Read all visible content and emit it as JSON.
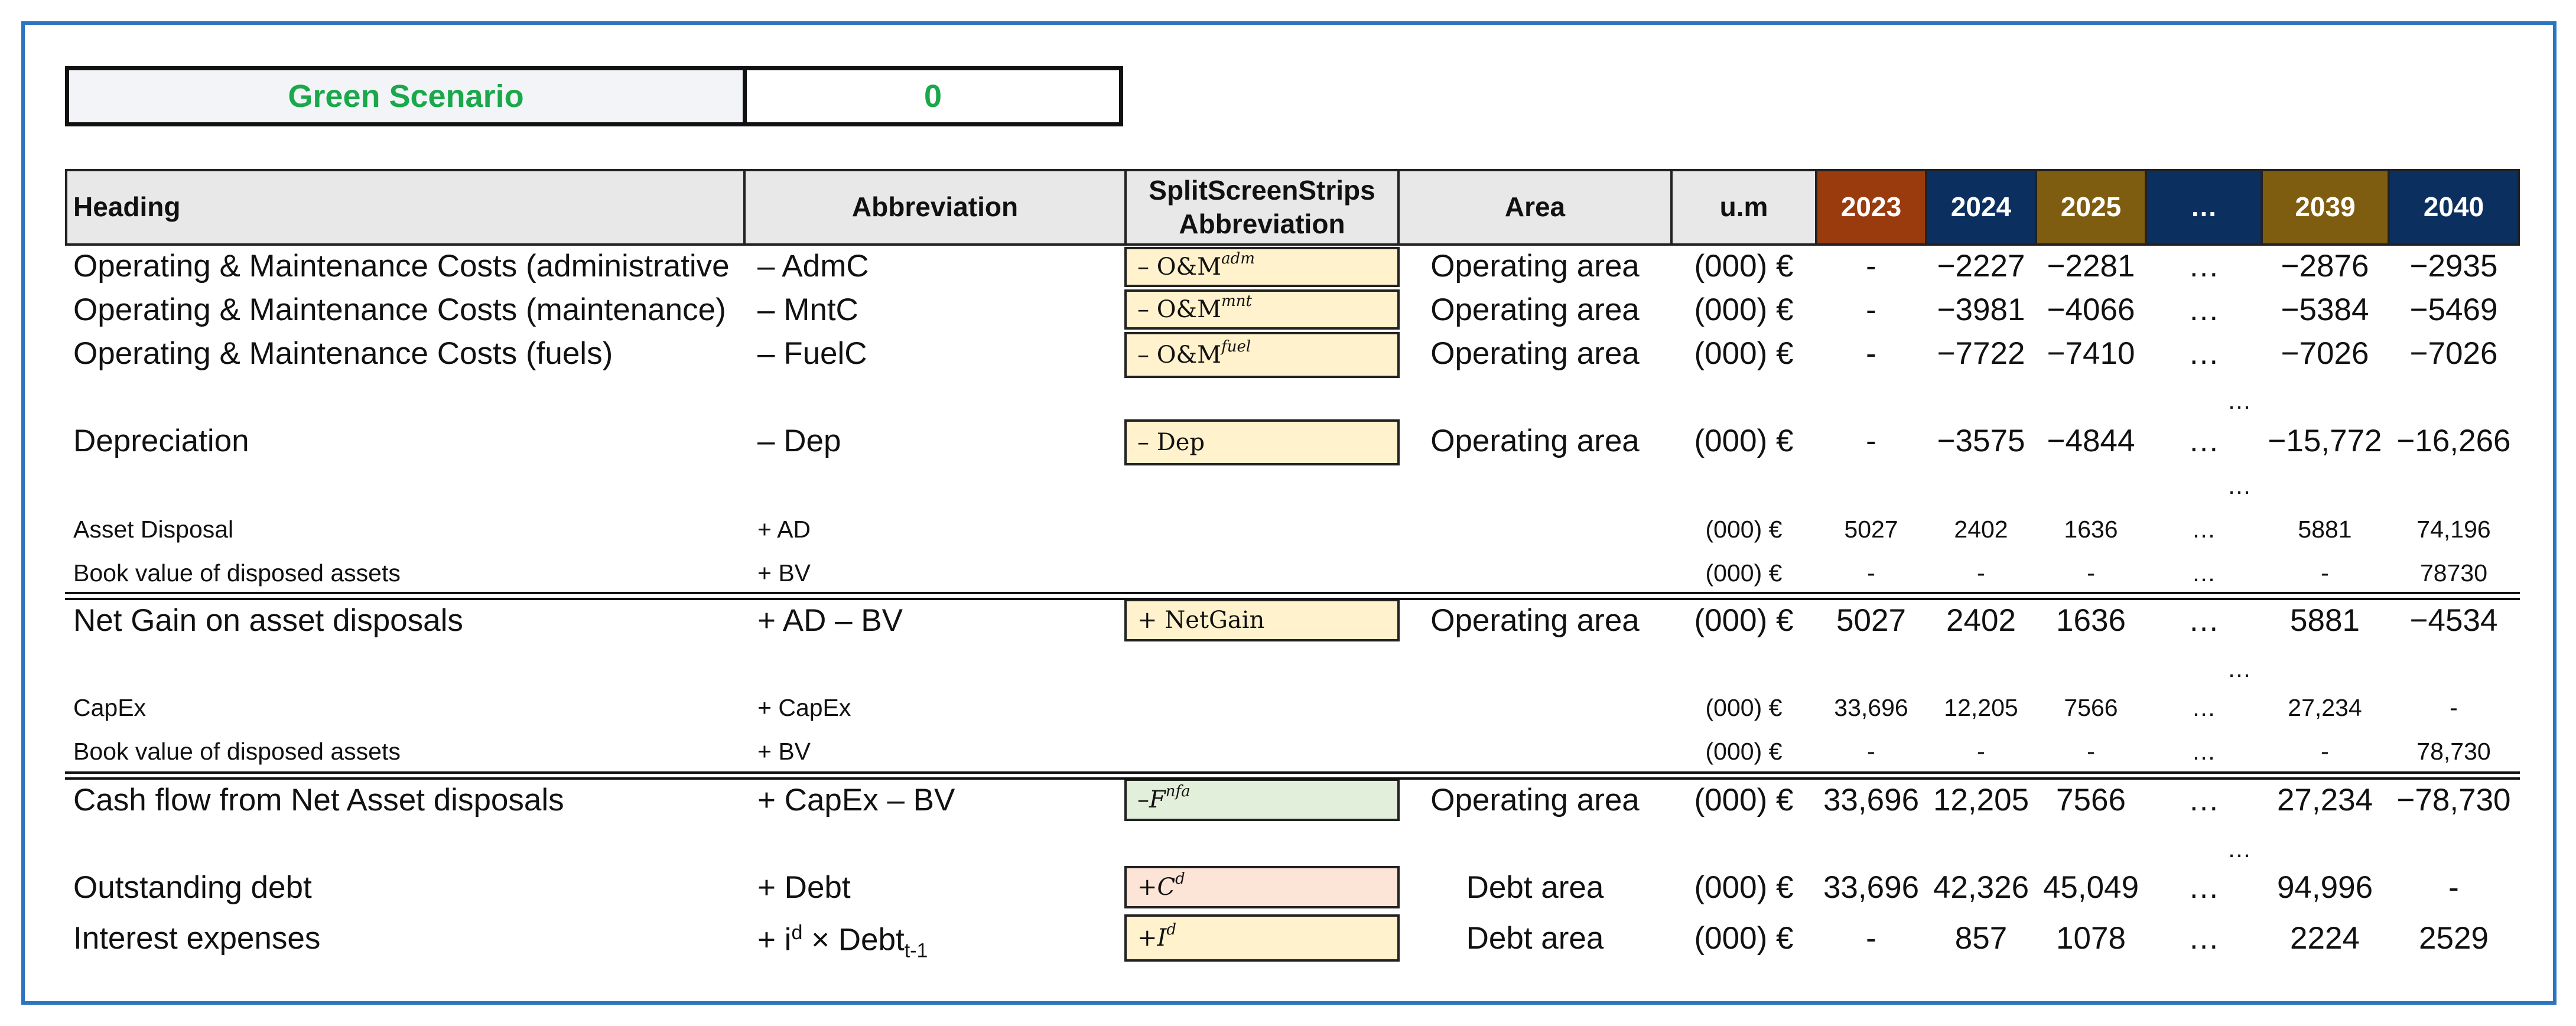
{
  "scenario": {
    "label": "Green Scenario",
    "value": "0"
  },
  "headers": {
    "heading": "Heading",
    "abbreviation": "Abbreviation",
    "split_line1": "SplitScreenStrips",
    "split_line2": "Abbreviation",
    "area": "Area",
    "um": "u.m",
    "years": [
      "2023",
      "2024",
      "2025",
      "…",
      "2039",
      "2040"
    ]
  },
  "colors": {
    "frame": "#2a74c0",
    "scenario_text": "#1aa84a",
    "year_2023": "#9a3b0d",
    "year_2024": "#0b2f5e",
    "year_2025": "#7f5d10",
    "year_dots": "#0b2f5e",
    "year_2039": "#7f5d10",
    "year_2040": "#0b2f5e",
    "box_yellow": "#fff2cc",
    "box_green": "#e2efda",
    "box_pink": "#fce4d6"
  },
  "rows": {
    "adm": {
      "heading": "Operating & Maintenance Costs (administrative",
      "abbr": "– AdmC",
      "box_pre": "– O&M",
      "box_sup": "adm",
      "area": "Operating area",
      "um": "(000) €",
      "values": [
        "-",
        "−2227",
        "−2281",
        "…",
        "−2876",
        "−2935"
      ]
    },
    "mnt": {
      "heading": "Operating & Maintenance Costs (maintenance)",
      "abbr": "– MntC",
      "box_pre": "– O&M",
      "box_sup": "mnt",
      "area": "Operating area",
      "um": "(000) €",
      "values": [
        "-",
        "−3981",
        "−4066",
        "…",
        "−5384",
        "−5469"
      ]
    },
    "fuel": {
      "heading": "Operating & Maintenance Costs (fuels)",
      "abbr": "– FuelC",
      "box_pre": "– O&M",
      "box_sup": "fuel",
      "area": "Operating area",
      "um": "(000) €",
      "values": [
        "-",
        "−7722",
        "−7410",
        "…",
        "−7026",
        "−7026"
      ]
    },
    "dep": {
      "heading": "Depreciation",
      "abbr": "– Dep",
      "box_text": "– Dep",
      "area": "Operating area",
      "um": "(000) €",
      "values": [
        "-",
        "−3575",
        "−4844",
        "…",
        "−15,772",
        "−16,266"
      ]
    },
    "ad": {
      "heading": "Asset Disposal",
      "abbr": "+ AD",
      "um": "(000) €",
      "values": [
        "5027",
        "2402",
        "1636",
        "…",
        "5881",
        "74,196"
      ]
    },
    "bv1": {
      "heading": "Book value of disposed assets",
      "abbr": "+ BV",
      "um": "(000) €",
      "values": [
        "-",
        "-",
        "-",
        "…",
        "-",
        "78730"
      ]
    },
    "netgain": {
      "heading": "Net Gain on asset disposals",
      "abbr": "+ AD – BV",
      "box_text": "+ NetGain",
      "area": "Operating area",
      "um": "(000) €",
      "values": [
        "5027",
        "2402",
        "1636",
        "…",
        "5881",
        "−4534"
      ]
    },
    "capex": {
      "heading": "CapEx",
      "abbr": "+ CapEx",
      "um": "(000) €",
      "values": [
        "33,696",
        "12,205",
        "7566",
        "…",
        "27,234",
        "-"
      ]
    },
    "bv2": {
      "heading": "Book value of disposed assets",
      "abbr": "+ BV",
      "um": "(000) €",
      "values": [
        "-",
        "-",
        "-",
        "…",
        "-",
        "78,730"
      ]
    },
    "cfn": {
      "heading": "Cash flow from Net Asset disposals",
      "abbr": "+ CapEx – BV",
      "box_pre": "– F",
      "box_sup": "nfa",
      "area": "Operating area",
      "um": "(000) €",
      "values": [
        "33,696",
        "12,205",
        "7566",
        "…",
        "27,234",
        "−78,730"
      ]
    },
    "debt": {
      "heading": "Outstanding debt",
      "abbr": "+ Debt",
      "box_pre": "+ C",
      "box_sup": "d",
      "area": "Debt area",
      "um": "(000) €",
      "values": [
        "33,696",
        "42,326",
        "45,049",
        "…",
        "94,996",
        "-"
      ]
    },
    "int": {
      "heading": "Interest expenses",
      "abbr_pre": "+ i",
      "abbr_sup": "d",
      "abbr_mid": " × Debt",
      "abbr_sub": "t-1",
      "box_pre": "+ I",
      "box_sup": "d",
      "area": "Debt area",
      "um": "(000) €",
      "values": [
        "-",
        "857",
        "1078",
        "…",
        "2224",
        "2529"
      ]
    }
  },
  "gap_dots": "…"
}
